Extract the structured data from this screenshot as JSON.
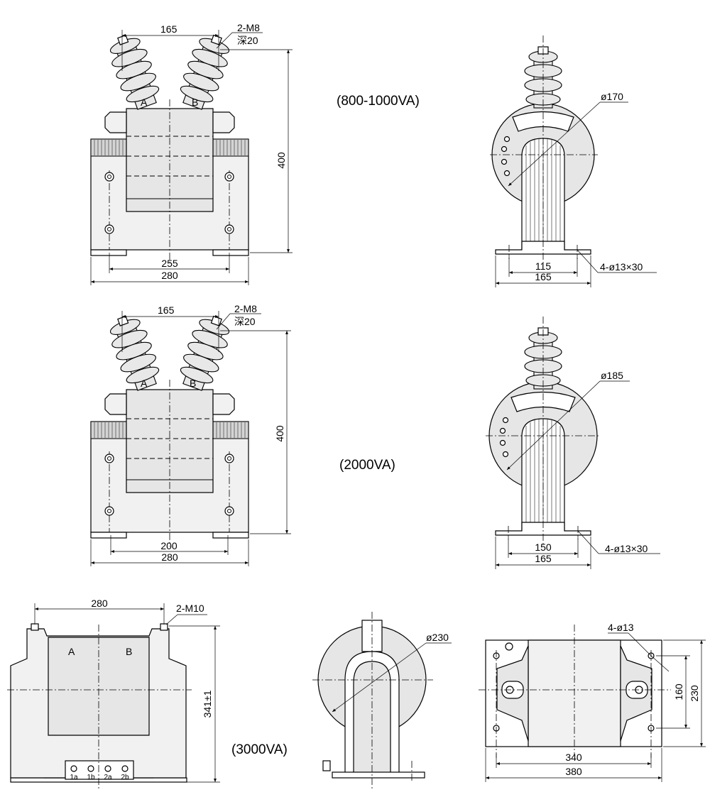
{
  "captions": {
    "row1": "(800-1000VA)",
    "row2": "(2000VA)",
    "row3": "(3000VA)"
  },
  "row1": {
    "front": {
      "top_width": "165",
      "thread": "2-M8",
      "thread_depth": "深20",
      "height": "400",
      "hole_spacing": "255",
      "base_width": "280",
      "terminal_a": "A",
      "terminal_b": "B"
    },
    "side": {
      "diameter": "ø170",
      "hole_spacing": "115",
      "base_width": "165",
      "holes": "4-ø13×30"
    }
  },
  "row2": {
    "front": {
      "top_width": "165",
      "thread": "2-M8",
      "thread_depth": "深20",
      "height": "400",
      "hole_spacing": "200",
      "base_width": "280",
      "terminal_a": "A",
      "terminal_b": "B"
    },
    "side": {
      "diameter": "ø185",
      "hole_spacing": "150",
      "base_width": "165",
      "holes": "4-ø13×30"
    }
  },
  "row3": {
    "front": {
      "top_width": "280",
      "thread": "2-M10",
      "height": "341±1",
      "terminal_a": "A",
      "terminal_b": "B",
      "secondary_terminals": [
        "1a",
        "1b",
        "2a",
        "2b"
      ]
    },
    "side": {
      "diameter": "ø230"
    },
    "top": {
      "holes": "4-ø13",
      "inner_height": "160",
      "outer_height": "230",
      "inner_width": "340",
      "outer_width": "380"
    }
  }
}
